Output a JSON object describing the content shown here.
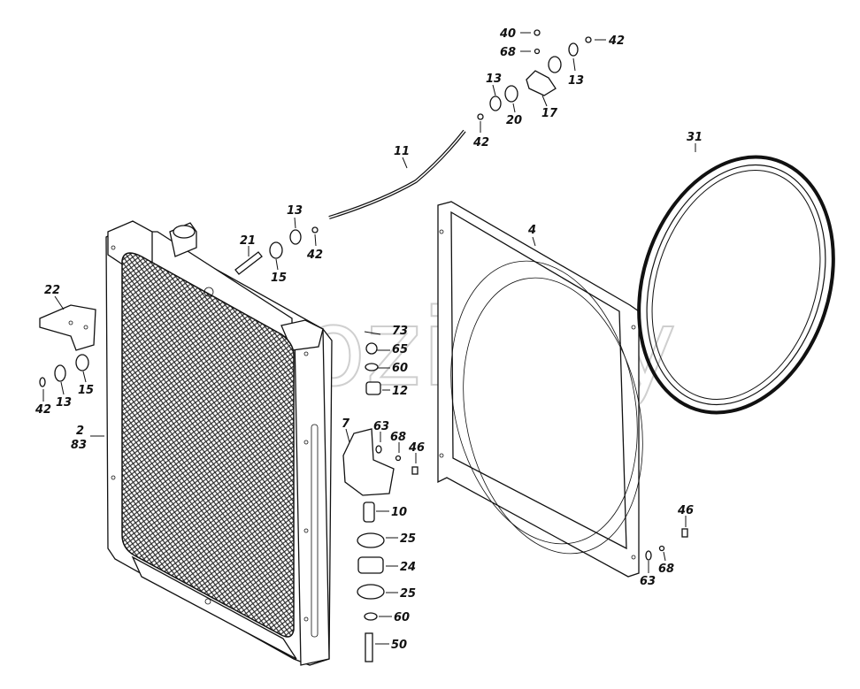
{
  "watermark": "ozik.by",
  "callouts": [
    {
      "id": "c-40",
      "text": "40"
    },
    {
      "id": "c-68-top",
      "text": "68"
    },
    {
      "id": "c-42-top-right",
      "text": "42"
    },
    {
      "id": "c-13-top-left",
      "text": "13"
    },
    {
      "id": "c-13-top-right",
      "text": "13"
    },
    {
      "id": "c-20",
      "text": "20"
    },
    {
      "id": "c-17",
      "text": "17"
    },
    {
      "id": "c-42-rod",
      "text": "42"
    },
    {
      "id": "c-11",
      "text": "11"
    },
    {
      "id": "c-31",
      "text": "31"
    },
    {
      "id": "c-13-mid",
      "text": "13"
    },
    {
      "id": "c-42-mid",
      "text": "42"
    },
    {
      "id": "c-21",
      "text": "21"
    },
    {
      "id": "c-15-mid",
      "text": "15"
    },
    {
      "id": "c-4",
      "text": "4"
    },
    {
      "id": "c-22",
      "text": "22"
    },
    {
      "id": "c-42-left",
      "text": "42"
    },
    {
      "id": "c-13-left",
      "text": "13"
    },
    {
      "id": "c-15-left",
      "text": "15"
    },
    {
      "id": "c-2",
      "text": "2"
    },
    {
      "id": "c-83",
      "text": "83"
    },
    {
      "id": "c-73",
      "text": "73"
    },
    {
      "id": "c-65",
      "text": "65"
    },
    {
      "id": "c-60-top",
      "text": "60"
    },
    {
      "id": "c-12",
      "text": "12"
    },
    {
      "id": "c-7",
      "text": "7"
    },
    {
      "id": "c-63-mid",
      "text": "63"
    },
    {
      "id": "c-68-mid",
      "text": "68"
    },
    {
      "id": "c-46-mid",
      "text": "46"
    },
    {
      "id": "c-10",
      "text": "10"
    },
    {
      "id": "c-25-top",
      "text": "25"
    },
    {
      "id": "c-24",
      "text": "24"
    },
    {
      "id": "c-25-bottom",
      "text": "25"
    },
    {
      "id": "c-60-bottom",
      "text": "60"
    },
    {
      "id": "c-50",
      "text": "50"
    },
    {
      "id": "c-46-right",
      "text": "46"
    },
    {
      "id": "c-63-right",
      "text": "63"
    },
    {
      "id": "c-68-right",
      "text": "68"
    }
  ]
}
